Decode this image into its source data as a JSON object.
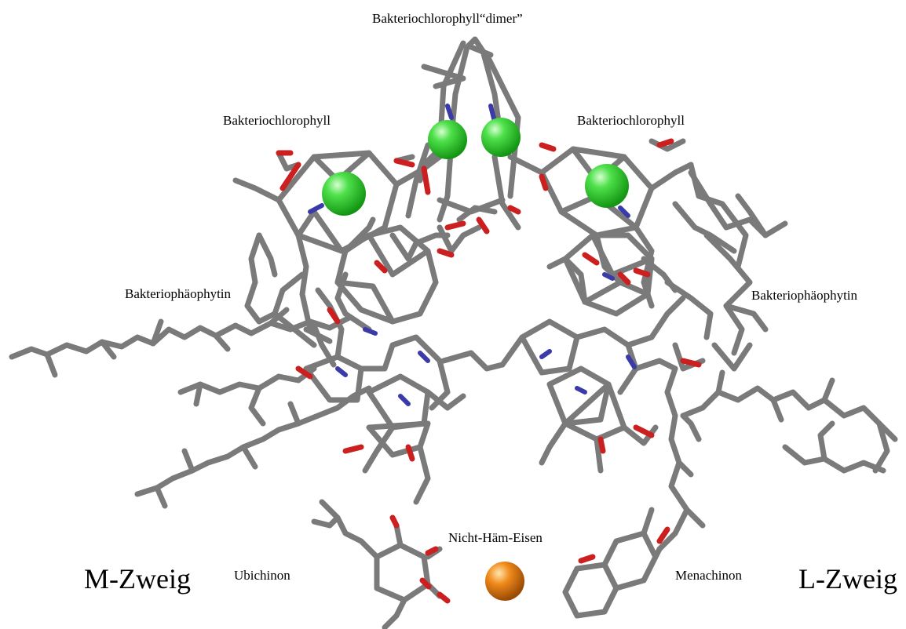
{
  "labels": {
    "dimer": "Bakteriochlorophyll“dimer”",
    "bchl_left": "Bakteriochlorophyll",
    "bchl_right": "Bakteriochlorophyll",
    "bpheo_left": "Bakteriophäophytin",
    "bpheo_right": "Bakteriophäophytin",
    "iron": "Nicht-Häm-Eisen",
    "ubiquinone": "Ubichinon",
    "menaquinone": "Menachinon",
    "m_branch": "M-Zweig",
    "l_branch": "L-Zweig"
  },
  "colors": {
    "carbon": "#7a7a7a",
    "oxygen": "#cc1f1f",
    "nitrogen": "#3a3aa8",
    "magnesium": "#22cc22",
    "iron": "#e07a10"
  }
}
